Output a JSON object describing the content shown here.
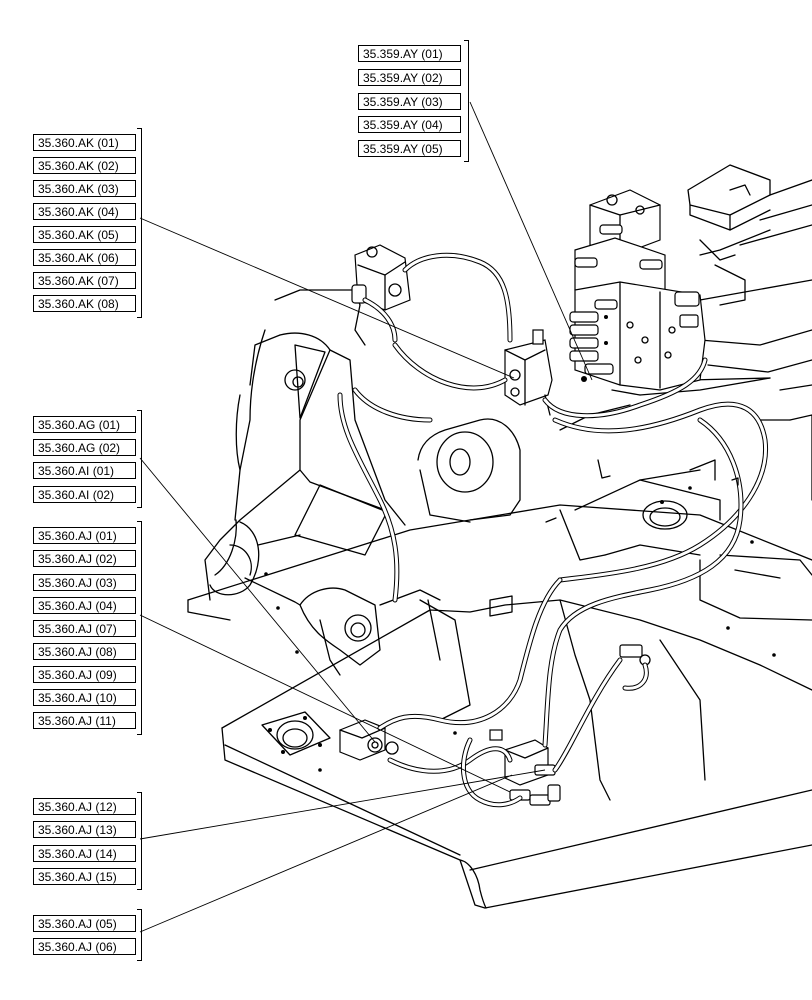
{
  "groups": {
    "ay": [
      "35.359.AY (01)",
      "35.359.AY (02)",
      "35.359.AY (03)",
      "35.359.AY (04)",
      "35.359.AY (05)"
    ],
    "ak": [
      "35.360.AK (01)",
      "35.360.AK (02)",
      "35.360.AK (03)",
      "35.360.AK (04)",
      "35.360.AK (05)",
      "35.360.AK (06)",
      "35.360.AK (07)",
      "35.360.AK (08)"
    ],
    "ag": [
      "35.360.AG (01)",
      "35.360.AG (02)",
      "35.360.AI (01)",
      "35.360.AI (02)"
    ],
    "aj_a": [
      "35.360.AJ (01)",
      "35.360.AJ (02)",
      "35.360.AJ (03)",
      "35.360.AJ (04)",
      "35.360.AJ (07)",
      "35.360.AJ (08)",
      "35.360.AJ (09)",
      "35.360.AJ (10)",
      "35.360.AJ (11)"
    ],
    "aj_b": [
      "35.360.AJ (12)",
      "35.360.AJ (13)",
      "35.360.AJ (14)",
      "35.360.AJ (15)"
    ],
    "aj_c": [
      "35.360.AJ (05)",
      "35.360.AJ (06)"
    ]
  }
}
